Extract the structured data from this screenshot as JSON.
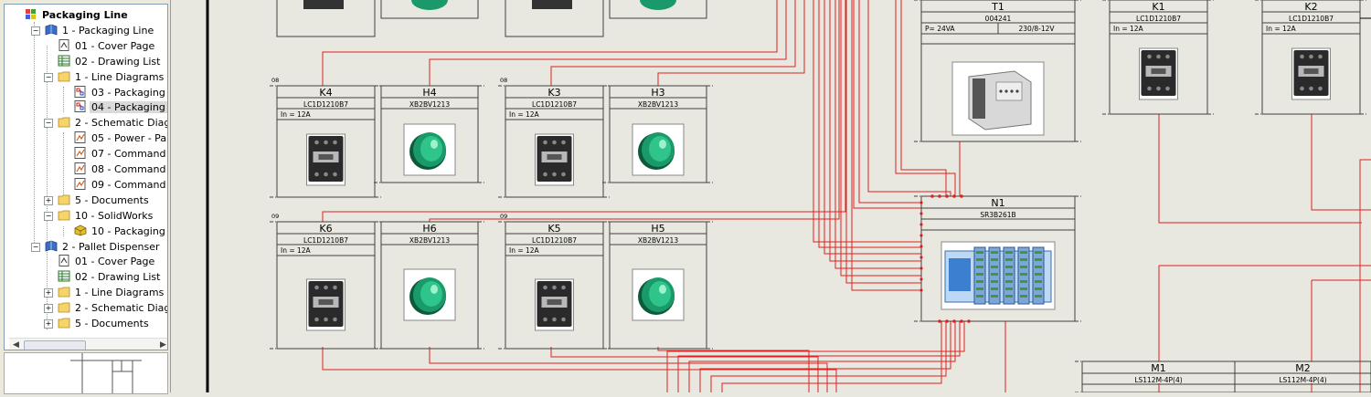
{
  "tree": {
    "root": {
      "label": "Packaging Line"
    },
    "items": [
      {
        "label": "1 - Packaging Line",
        "icon": "book-icon"
      },
      {
        "label": "01 - Cover Page",
        "icon": "cover-page-icon"
      },
      {
        "label": "02 - Drawing List",
        "icon": "drawing-list-icon"
      },
      {
        "label": "1 - Line Diagrams",
        "icon": "folder-icon"
      },
      {
        "label": "03 - Packaging",
        "icon": "line-diagram-icon"
      },
      {
        "label": "04 - Packaging",
        "icon": "line-diagram-icon"
      },
      {
        "label": "2 - Schematic Diag",
        "icon": "folder-icon"
      },
      {
        "label": "05 - Power - Pa",
        "icon": "schematic-icon"
      },
      {
        "label": "07 - Command",
        "icon": "schematic-icon"
      },
      {
        "label": "08 - Command",
        "icon": "schematic-icon"
      },
      {
        "label": "09 - Command",
        "icon": "schematic-icon"
      },
      {
        "label": "5 - Documents",
        "icon": "folder-icon"
      },
      {
        "label": "10 - SolidWorks",
        "icon": "folder-icon"
      },
      {
        "label": "10 - Packaging",
        "icon": "solidworks-icon"
      },
      {
        "label": "2 - Pallet Dispenser",
        "icon": "book-icon"
      },
      {
        "label": "01 - Cover Page",
        "icon": "cover-page-icon"
      },
      {
        "label": "02 - Drawing List",
        "icon": "drawing-list-icon"
      },
      {
        "label": "1 - Line Diagrams",
        "icon": "folder-icon"
      },
      {
        "label": "2 - Schematic Diag",
        "icon": "folder-icon"
      },
      {
        "label": "5 - Documents",
        "icon": "folder-icon"
      }
    ]
  },
  "drawing": {
    "components": [
      {
        "tag": "K4",
        "ref": "LC1D1210B7",
        "rating": "In  =  12A",
        "zone": "08",
        "kind": "contactor"
      },
      {
        "tag": "H4",
        "ref": "XB2BV1213",
        "kind": "pushbutton"
      },
      {
        "tag": "K3",
        "ref": "LC1D1210B7",
        "rating": "In  =  12A",
        "zone": "08",
        "kind": "contactor"
      },
      {
        "tag": "H3",
        "ref": "XB2BV1213",
        "kind": "pushbutton"
      },
      {
        "tag": "K6",
        "ref": "LC1D1210B7",
        "rating": "In  =  12A",
        "zone": "09",
        "kind": "contactor"
      },
      {
        "tag": "H6",
        "ref": "XB2BV1213",
        "kind": "pushbutton"
      },
      {
        "tag": "K5",
        "ref": "LC1D1210B7",
        "rating": "In  =  12A",
        "zone": "09",
        "kind": "contactor"
      },
      {
        "tag": "H5",
        "ref": "XB2BV1213",
        "kind": "pushbutton"
      },
      {
        "tag": "T1",
        "ref": "004241",
        "rating": "P=   24VA",
        "rating2": "230/8-12V",
        "kind": "transformer"
      },
      {
        "tag": "N1",
        "ref": "SR3B261B",
        "kind": "plc"
      },
      {
        "tag": "K1",
        "ref": "LC1D1210B7",
        "rating": "In  =  12A",
        "kind": "contactor"
      },
      {
        "tag": "K2",
        "ref": "LC1D1210B7",
        "rating": "In  =  12A",
        "kind": "contactor"
      },
      {
        "tag": "M1",
        "ref": "LS112M-4P(4)",
        "kind": "motor"
      },
      {
        "tag": "M2",
        "ref": "LS112M-4P(4)",
        "kind": "motor"
      }
    ]
  },
  "colors": {
    "wire": "#e02020",
    "frame": "#404040",
    "background": "#e8e8e0",
    "pushbutton": "#1a9a6a",
    "plc": "#3a7fd0"
  }
}
